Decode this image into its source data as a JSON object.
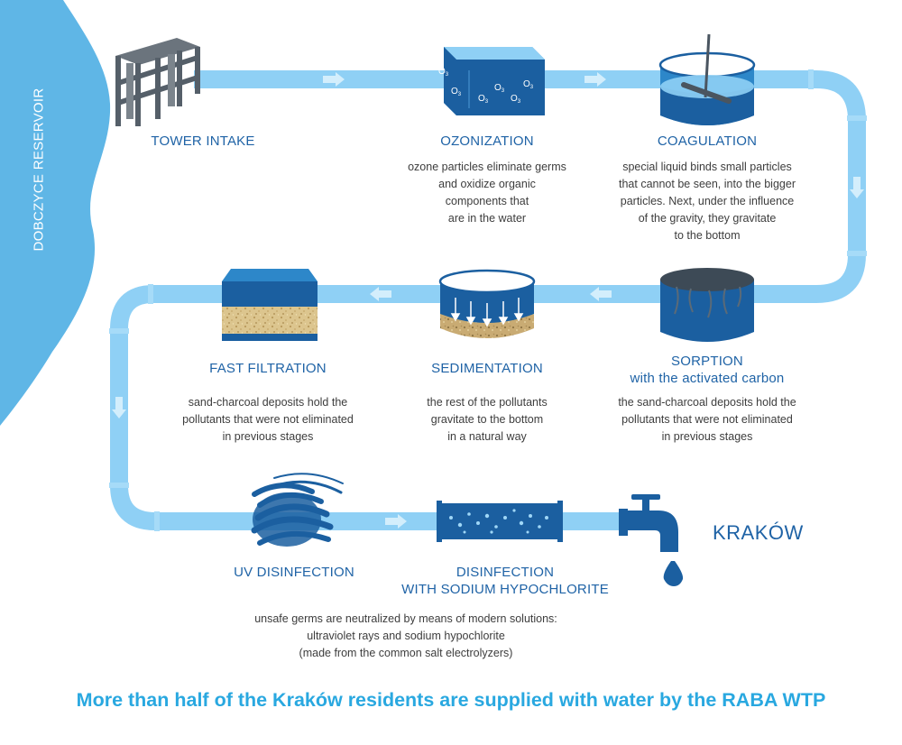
{
  "reservoir": {
    "label": "DOBCZYCE RESERVOIR"
  },
  "stages": {
    "tower_intake": {
      "title": "TOWER INTAKE"
    },
    "ozonization": {
      "title": "OZONIZATION",
      "desc": "ozone particles eliminate germs\nand oxidize organic\ncomponents that\nare in the water",
      "ozone_symbol": "O",
      "ozone_subscript": "3"
    },
    "coagulation": {
      "title": "COAGULATION",
      "desc": "special liquid binds small particles\nthat cannot be seen, into the bigger\nparticles. Next, under the influence\nof the gravity, they gravitate\nto the bottom"
    },
    "sorption": {
      "title_line1": "SORPTION",
      "title_line2": "with the activated carbon",
      "desc": "the sand-charcoal deposits hold the\npollutants that were not eliminated\nin previous stages"
    },
    "sedimentation": {
      "title": "SEDIMENTATION",
      "desc": "the rest of the pollutants\ngravitate to the bottom\nin a natural way"
    },
    "fast_filtration": {
      "title": "FAST FILTRATION",
      "desc": "sand-charcoal deposits hold the\npollutants that were not eliminated\nin previous stages"
    },
    "uv_disinfection": {
      "title": "UV DISINFECTION"
    },
    "hypochlorite": {
      "title_line1": "DISINFECTION",
      "title_line2": "WITH SODIUM HYPOCHLORITE"
    },
    "disinfection_desc": "unsafe germs are neutralized by means of modern solutions:\nultraviolet rays and sodium hypochlorite\n(made from the common salt electrolyzers)"
  },
  "city": {
    "label": "KRAKÓW"
  },
  "footer": {
    "text": "More than half of the Kraków residents are supplied with water by the RABA WTP"
  },
  "colors": {
    "reservoir": "#5fb6e6",
    "pipe": "#8fd0f5",
    "pipe_joint": "#a6dbf8",
    "arrow": "#c3e7fb",
    "title": "#1f63a6",
    "icon_dark": "#1b5fa0",
    "icon_mid": "#2d87c9",
    "sand": "#d9c28a",
    "tower": "#555f69",
    "footer": "#29a8e0"
  }
}
